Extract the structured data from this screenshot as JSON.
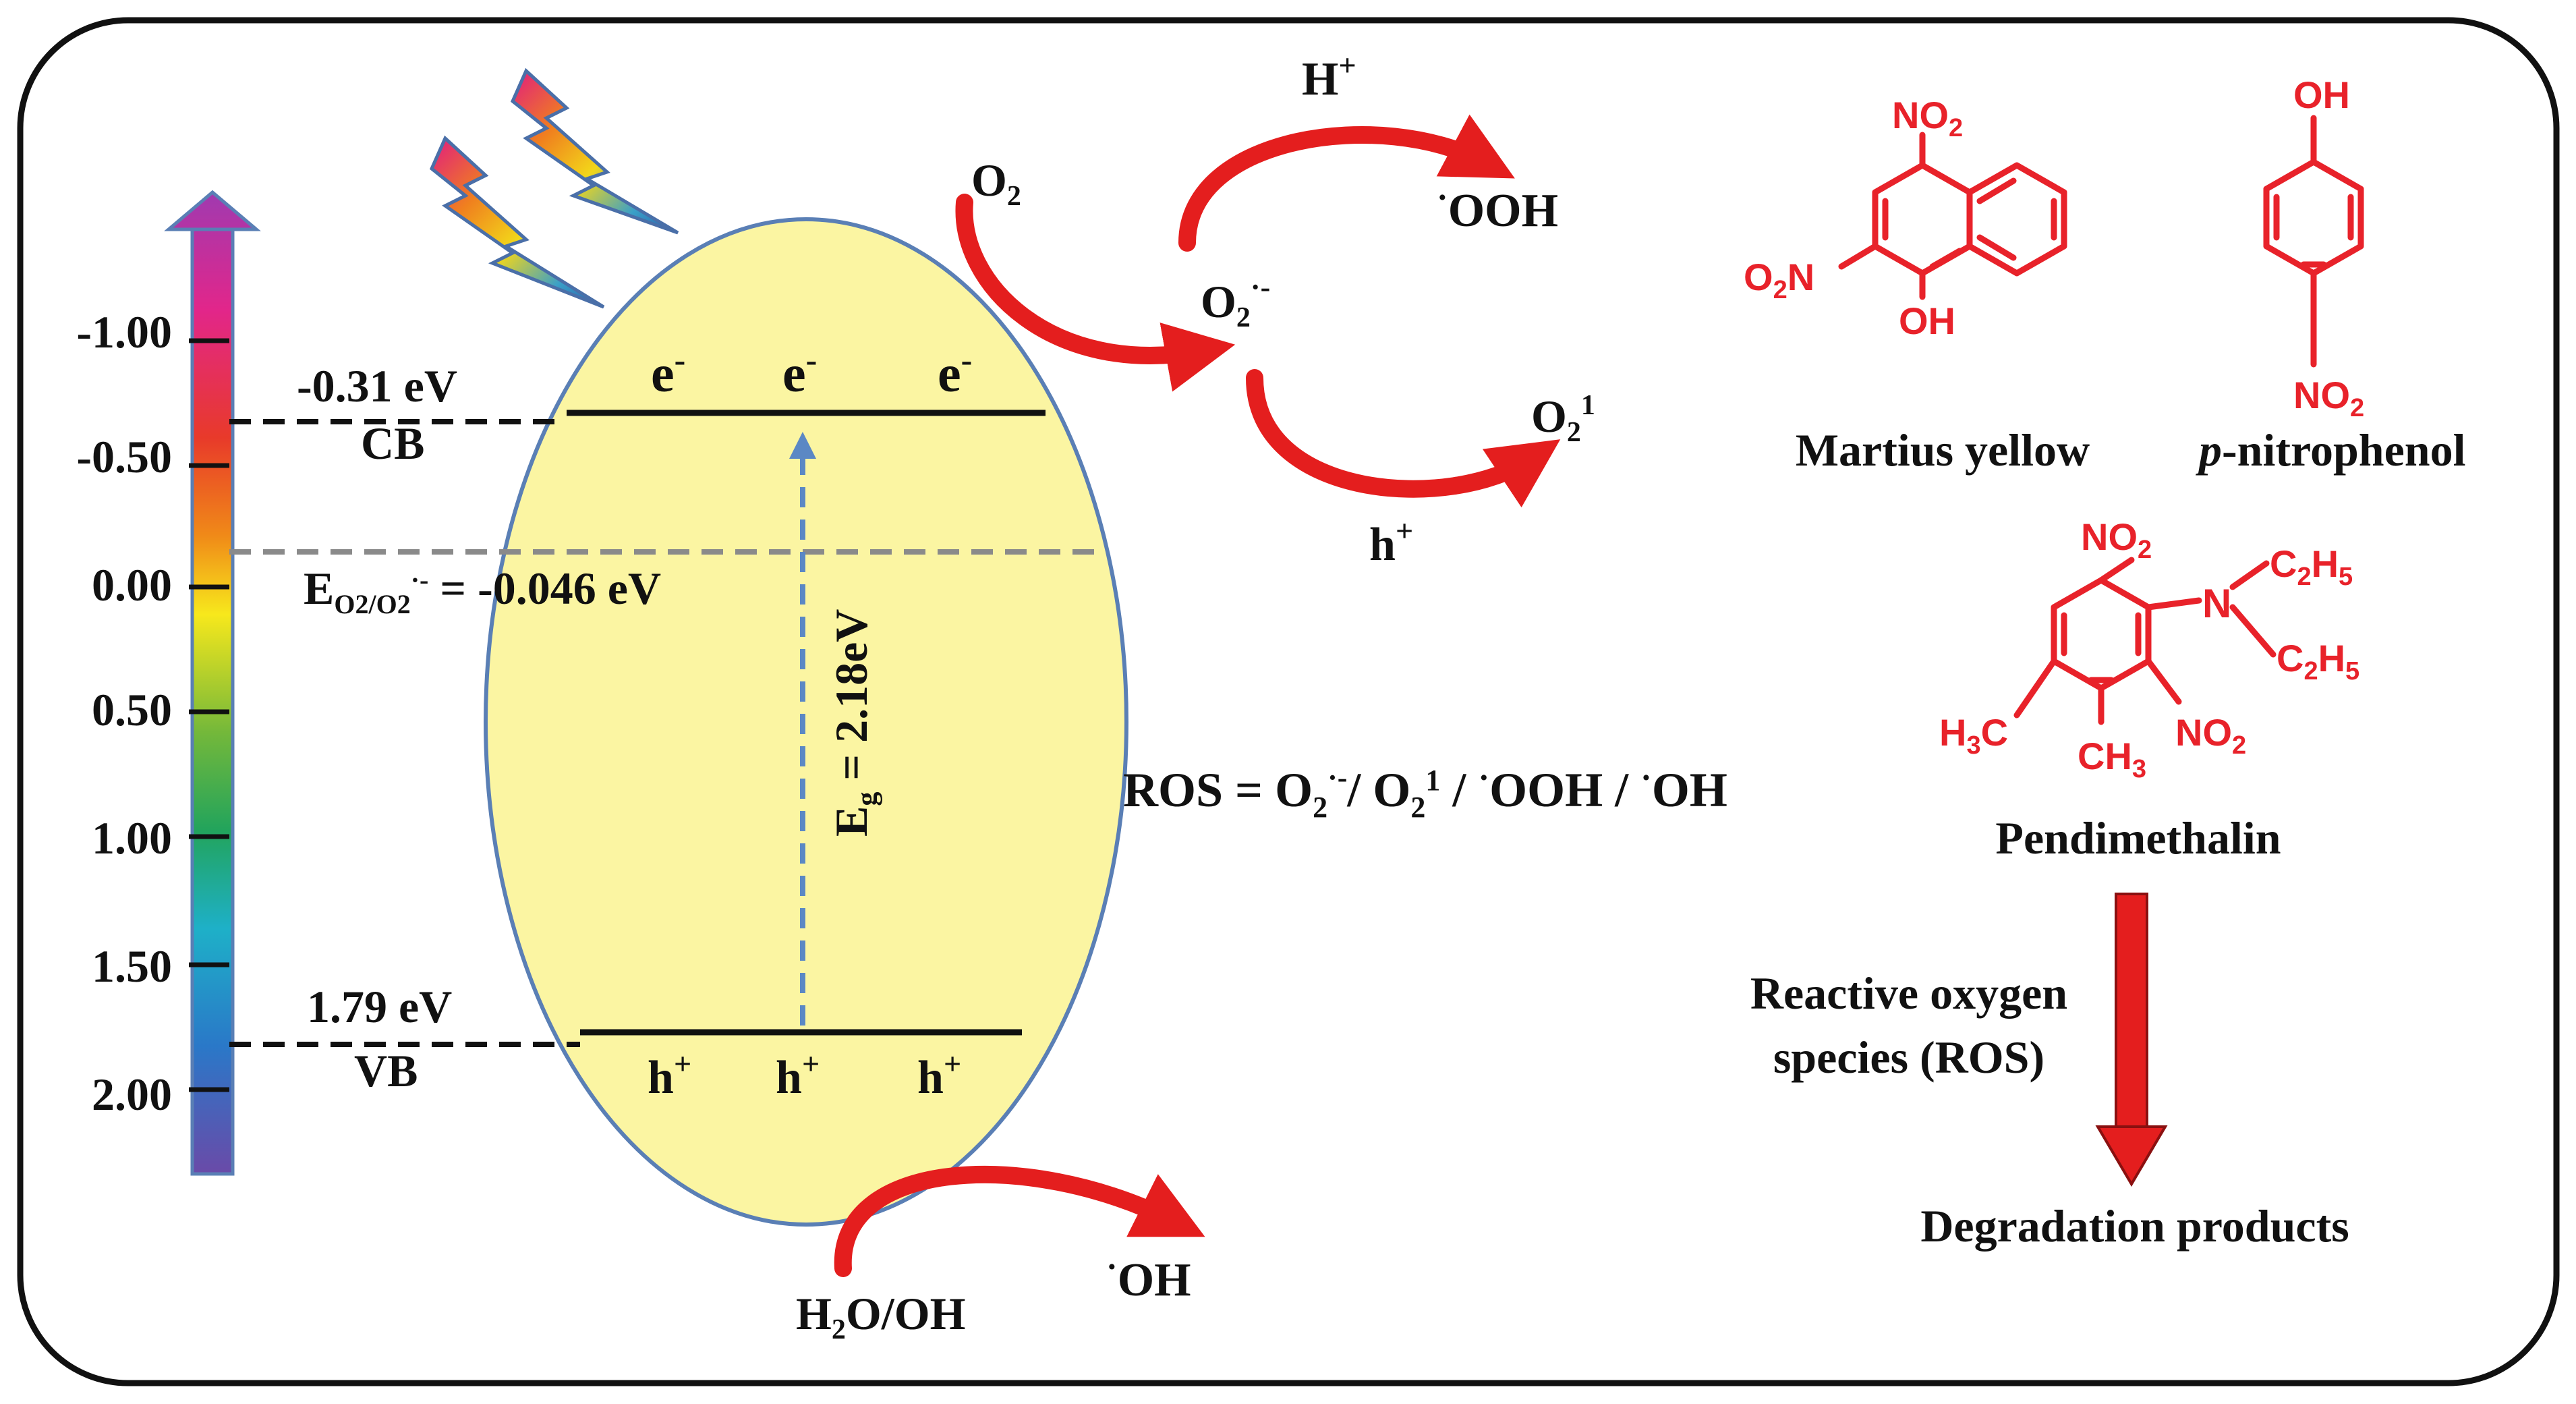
{
  "scale": {
    "ticks": [
      "-1.00",
      "-0.50",
      "0.00",
      "0.50",
      "1.00",
      "1.50",
      "2.00"
    ]
  },
  "bands": {
    "cb_energy": "-0.31 eV",
    "cb_label": "CB",
    "vb_energy": "1.79 eV",
    "vb_label": "VB",
    "redox_prefix": "E",
    "redox_sub": "O2/O2",
    "redox_sup": "·-",
    "redox_value": " = -0.046 eV",
    "electron": "e",
    "electron_charge": "-",
    "hole": "h",
    "hole_charge": "+",
    "gap_prefix": "E",
    "gap_sub": "g",
    "gap_value": " = 2.18eV"
  },
  "reactions": {
    "o2": "O",
    "o2_sub": "2",
    "h_plus": "H",
    "h_plus_sup": "+",
    "ooh_dot": "·",
    "ooh": "OOH",
    "superoxide": "O",
    "superoxide_sub": "2",
    "superoxide_sup": "·-",
    "singlet": "O",
    "singlet_sub": "2",
    "singlet_sup": "1",
    "hole_h": "h",
    "hole_sup": "+",
    "water_h": "H",
    "water_sub": "2",
    "water_rest": "O/OH",
    "oh_dot": "·",
    "oh": "OH",
    "ros_equation_a": "ROS = O",
    "ros_equation_b": "2",
    "ros_equation_c": "·-",
    "ros_equation_d": "/ O",
    "ros_equation_e": "2",
    "ros_equation_f": "1",
    "ros_equation_g": " / ",
    "ros_equation_h": "·",
    "ros_equation_i": "OOH / ",
    "ros_equation_j": "·",
    "ros_equation_k": "OH"
  },
  "pollutants": {
    "martius_name": "Martius yellow",
    "pnp_name_italic": "p",
    "pnp_name_rest": "-nitrophenol",
    "pendimethalin_name": "Pendimethalin",
    "no2": "NO",
    "no2_sub": "2",
    "o2n": "O",
    "o2n_sub": "2",
    "o2n_rest": "N",
    "oh": "OH",
    "n_atom": "N",
    "c2h5_c": "C",
    "c2h5_2": "2",
    "c2h5_h": "H",
    "c2h5_5": "5",
    "h3c_h": "H",
    "h3c_3": "3",
    "h3c_c": "C",
    "ch3_ch": "CH",
    "ch3_3": "3"
  },
  "process": {
    "ros_line1": "Reactive oxygen",
    "ros_line2": "species (ROS)",
    "products": "Degradation products"
  },
  "colors": {
    "ellipse_fill": "#fbf5a2",
    "ellipse_stroke": "#5a7fb5",
    "arrow_red": "#e41e1e",
    "chem_red": "#e8222a",
    "dashed_blue": "#5b88c4"
  }
}
